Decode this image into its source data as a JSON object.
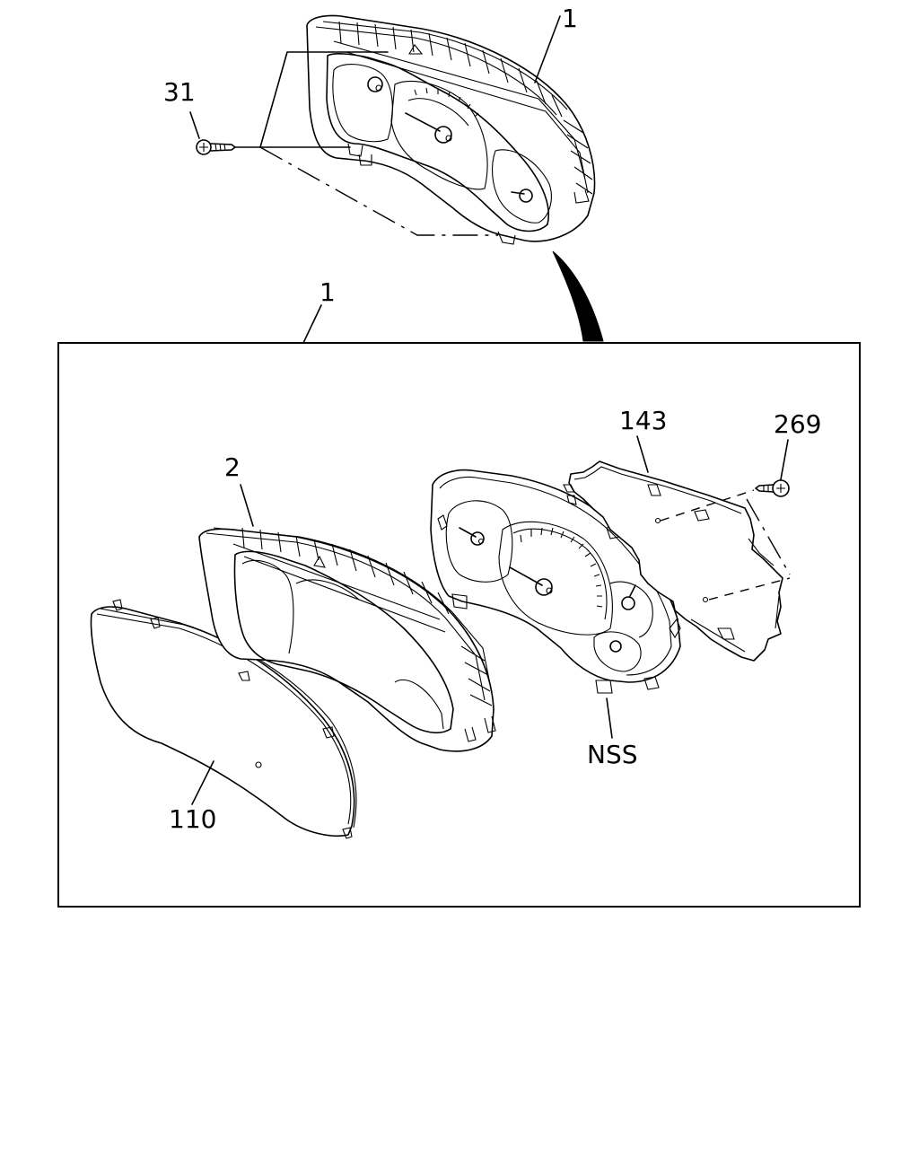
{
  "callouts": {
    "top_assembly": "1",
    "bolt": "31",
    "kit": "1",
    "circuit_board": "143",
    "screw": "269",
    "case": "2",
    "dial_face": "NSS",
    "lens": "110"
  },
  "colors": {
    "line": "#000000",
    "background": "#ffffff"
  }
}
